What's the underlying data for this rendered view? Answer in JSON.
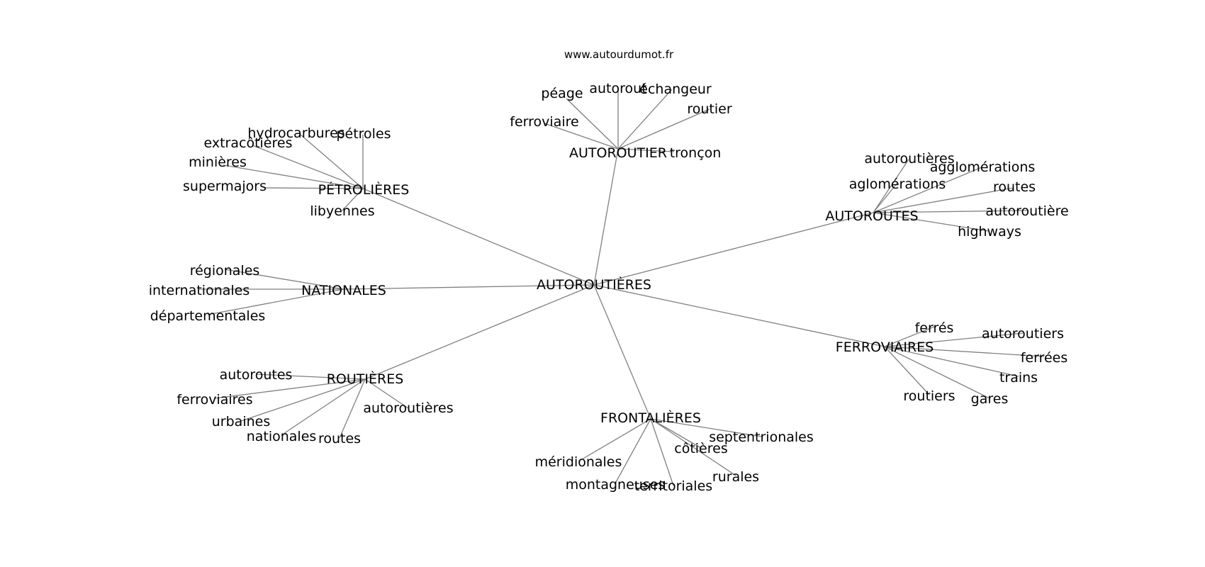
{
  "source": "www.autourdumot.fr",
  "center": "AUTOROUTIÈRES",
  "clusters": [
    {
      "id": "autoroutier",
      "label": "AUTOROUTIER",
      "leaves": [
        {
          "id": "peage",
          "label": "péage"
        },
        {
          "id": "autorout",
          "label": "autorout"
        },
        {
          "id": "echangeur",
          "label": "échangeur"
        },
        {
          "id": "routier",
          "label": "routier"
        },
        {
          "id": "ferroviaire",
          "label": "ferroviaire"
        },
        {
          "id": "troncon",
          "label": "tronçon"
        }
      ]
    },
    {
      "id": "petrolieres",
      "label": "PÉTROLIÈRES",
      "leaves": [
        {
          "id": "hydrocarbures",
          "label": "hydrocarbures"
        },
        {
          "id": "petroles",
          "label": "pétroles"
        },
        {
          "id": "extracotieres",
          "label": "extracôtières"
        },
        {
          "id": "minieres",
          "label": "minières"
        },
        {
          "id": "supermajors",
          "label": "supermajors"
        },
        {
          "id": "libyennes",
          "label": "libyennes"
        }
      ]
    },
    {
      "id": "autoroutes",
      "label": "AUTOROUTES",
      "leaves": [
        {
          "id": "autoroutieres2",
          "label": "autoroutières"
        },
        {
          "id": "agglomerations",
          "label": "agglomérations"
        },
        {
          "id": "aglomerations",
          "label": "aglomérations"
        },
        {
          "id": "routes2",
          "label": "routes"
        },
        {
          "id": "autoroutiere",
          "label": "autoroutière"
        },
        {
          "id": "highways",
          "label": "highways"
        }
      ]
    },
    {
      "id": "nationales",
      "label": "NATIONALES",
      "leaves": [
        {
          "id": "regionales",
          "label": "régionales"
        },
        {
          "id": "internationales",
          "label": "internationales"
        },
        {
          "id": "departementales",
          "label": "départementales"
        }
      ]
    },
    {
      "id": "ferroviaires",
      "label": "FERROVIAIRES",
      "leaves": [
        {
          "id": "ferres",
          "label": "ferrés"
        },
        {
          "id": "autoroutiers",
          "label": "autoroutiers"
        },
        {
          "id": "ferrees",
          "label": "ferrées"
        },
        {
          "id": "trains",
          "label": "trains"
        },
        {
          "id": "routiers",
          "label": "routiers"
        },
        {
          "id": "gares",
          "label": "gares"
        }
      ]
    },
    {
      "id": "routieres",
      "label": "ROUTIÈRES",
      "leaves": [
        {
          "id": "autoroutes3",
          "label": "autoroutes"
        },
        {
          "id": "ferroviaires3",
          "label": "ferroviaires"
        },
        {
          "id": "urbaines",
          "label": "urbaines"
        },
        {
          "id": "nationales3",
          "label": "nationales"
        },
        {
          "id": "routes3",
          "label": "routes"
        },
        {
          "id": "autoroutieres3",
          "label": "autoroutières"
        }
      ]
    },
    {
      "id": "frontalieres",
      "label": "FRONTALIÈRES",
      "leaves": [
        {
          "id": "septentrionales",
          "label": "septentrionales"
        },
        {
          "id": "cotieres",
          "label": "côtières"
        },
        {
          "id": "meridionales",
          "label": "méridionales"
        },
        {
          "id": "rurales",
          "label": "rurales"
        },
        {
          "id": "montagneuses",
          "label": "montagneuses"
        },
        {
          "id": "territoriales",
          "label": "territoriales"
        }
      ]
    }
  ]
}
